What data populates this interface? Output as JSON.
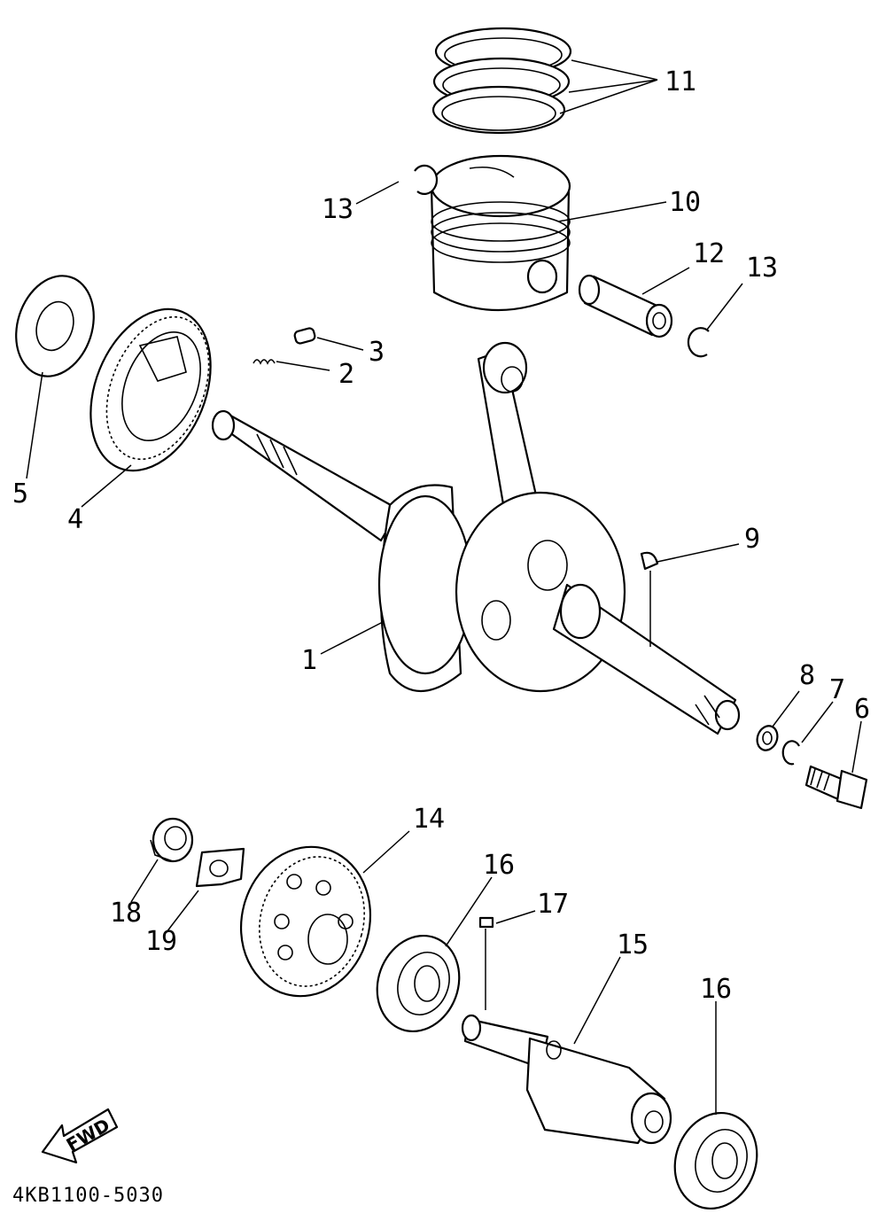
{
  "callouts": {
    "c1": "1",
    "c2": "2",
    "c3": "3",
    "c4": "4",
    "c5": "5",
    "c6": "6",
    "c7": "7",
    "c8": "8",
    "c9": "9",
    "c10": "10",
    "c11": "11",
    "c12": "12",
    "c13a": "13",
    "c13b": "13",
    "c14": "14",
    "c15": "15",
    "c16a": "16",
    "c16b": "16",
    "c17": "17",
    "c18": "18",
    "c19": "19"
  },
  "direction_label": "FWD",
  "drawing_code": "4KB1100-5030"
}
